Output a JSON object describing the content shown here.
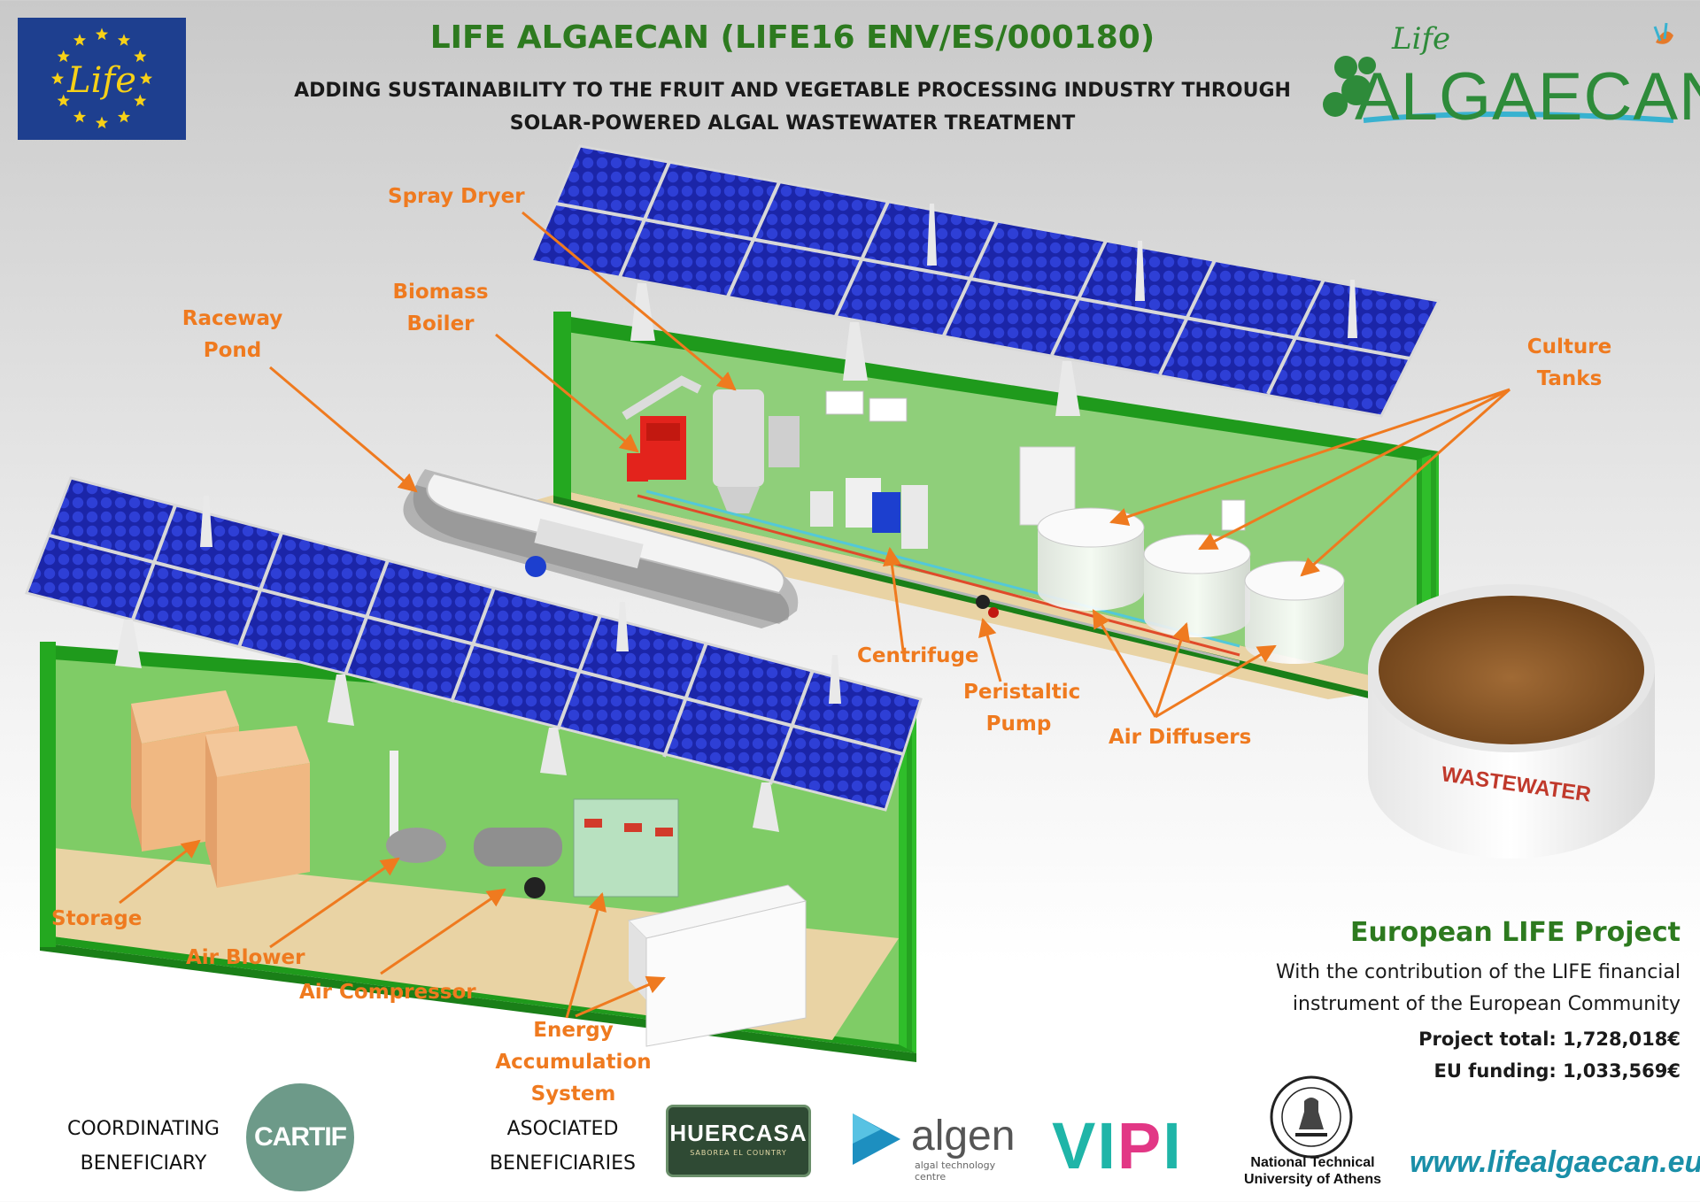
{
  "header": {
    "title": "LIFE ALGAECAN (LIFE16 ENV/ES/000180)",
    "subtitle_line1": "ADDING SUSTAINABILITY TO THE FRUIT AND VEGETABLE PROCESSING INDUSTRY THROUGH",
    "subtitle_line2": "SOLAR-POWERED ALGAL WASTEWATER TREATMENT",
    "eu_logo_text": "Life",
    "project_logo_small": "Life",
    "project_logo_name": "ALGAECAN"
  },
  "colors": {
    "title_green": "#2d7a1f",
    "label_orange": "#ef7a1f",
    "container_green": "#2fbe2a",
    "panel_blue": "#1f2fb8",
    "wastewater_brown": "#8a5a2a"
  },
  "labels": {
    "spray_dryer": "Spray Dryer",
    "biomass_boiler_1": "Biomass",
    "biomass_boiler_2": "Boiler",
    "raceway_pond_1": "Raceway",
    "raceway_pond_2": "Pond",
    "culture_tanks_1": "Culture",
    "culture_tanks_2": "Tanks",
    "centrifuge": "Centrifuge",
    "peristaltic_pump_1": "Peristaltic",
    "peristaltic_pump_2": "Pump",
    "air_diffusers": "Air Diffusers",
    "storage": "Storage",
    "air_blower": "Air Blower",
    "air_compressor": "Air Compressor",
    "energy_accumulation_1": "Energy Accumulation",
    "energy_accumulation_2": "System",
    "wastewater_tank": "WASTEWATER"
  },
  "info": {
    "title": "European LIFE Project",
    "line1": "With the contribution of the LIFE financial",
    "line2": "instrument of the European Community",
    "project_total": "Project total: 1,728,018€",
    "eu_funding": "EU funding: 1,033,569€"
  },
  "footer": {
    "coordinating_1": "COORDINATING",
    "coordinating_2": "BENEFICIARY",
    "cartif": "CARTIF",
    "associated_1": "ASOCIATED",
    "associated_2": "BENEFICIARIES",
    "huercasa": "HUERCASA",
    "huercasa_tag": "SABOREA EL COUNTRY",
    "algen": "algen",
    "algen_tag": "algal technology centre",
    "vipi_a": "VI",
    "vipi_b": "P",
    "vipi_c": "I",
    "ntua_1": "National Technical",
    "ntua_2": "University of Athens",
    "website": "www.lifealgaecan.eu"
  }
}
